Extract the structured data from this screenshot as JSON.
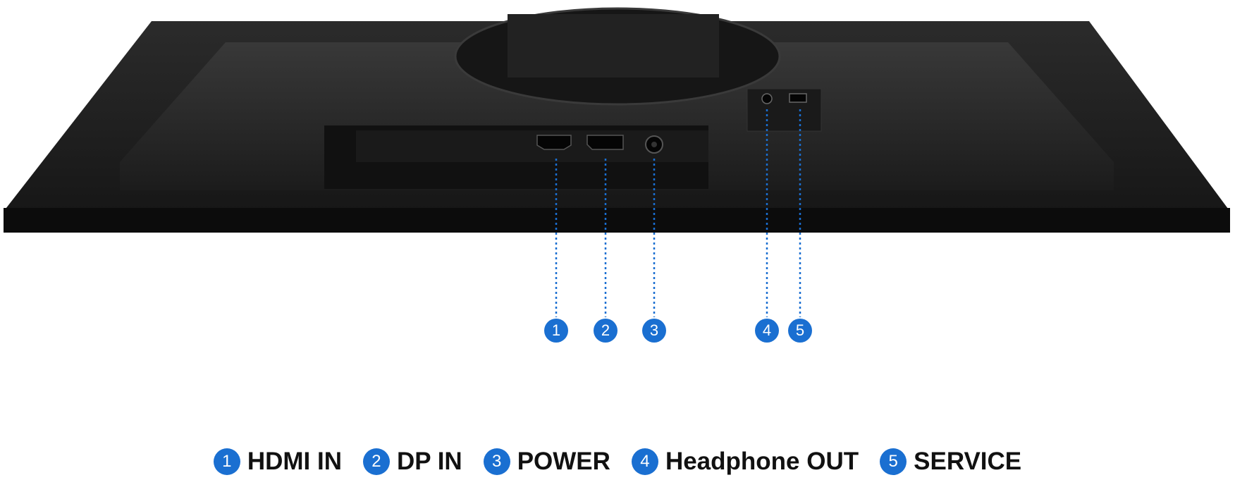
{
  "ports": [
    {
      "number": "1",
      "label": "HDMI IN",
      "icon": "hdmi-port-icon"
    },
    {
      "number": "2",
      "label": "DP IN",
      "icon": "displayport-icon"
    },
    {
      "number": "3",
      "label": "POWER",
      "icon": "power-jack-icon"
    },
    {
      "number": "4",
      "label": "Headphone OUT",
      "icon": "headphone-jack-icon"
    },
    {
      "number": "5",
      "label": "SERVICE",
      "icon": "usb-service-port-icon"
    }
  ],
  "colors": {
    "accent": "#1a6fd1",
    "monitor": "#1f1f1f",
    "monitor_edge": "#0c0c0c"
  }
}
